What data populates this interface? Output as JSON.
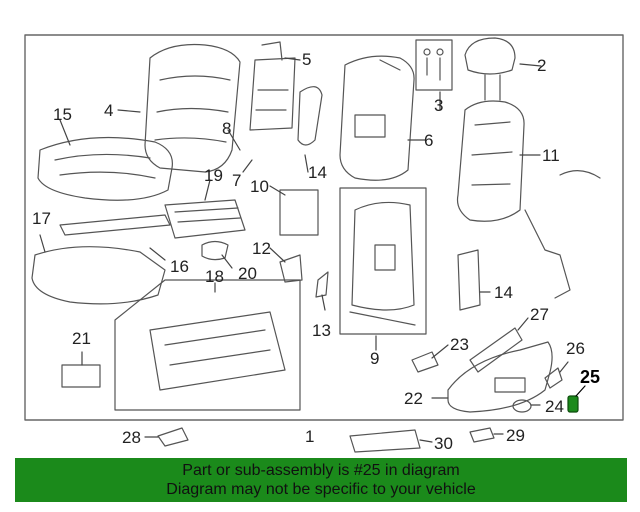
{
  "callouts": {
    "c1": "1",
    "c2": "2",
    "c3": "3",
    "c4": "4",
    "c5": "5",
    "c6": "6",
    "c7": "7",
    "c8": "8",
    "c9": "9",
    "c10": "10",
    "c11": "11",
    "c12": "12",
    "c13": "13",
    "c14a": "14",
    "c14b": "14",
    "c15": "15",
    "c16": "16",
    "c17": "17",
    "c18": "18",
    "c19": "19",
    "c20": "20",
    "c21": "21",
    "c22": "22",
    "c23": "23",
    "c24": "24",
    "c25": "25",
    "c26": "26",
    "c27": "27",
    "c28": "28",
    "c29": "29",
    "c30": "30"
  },
  "highlight": {
    "part": "25",
    "color": "#1b8a1b"
  },
  "banner": {
    "line1": "Part or sub-assembly is #25 in diagram",
    "line2": "Diagram may not be specific to your vehicle",
    "color": "#1b8a1b"
  }
}
